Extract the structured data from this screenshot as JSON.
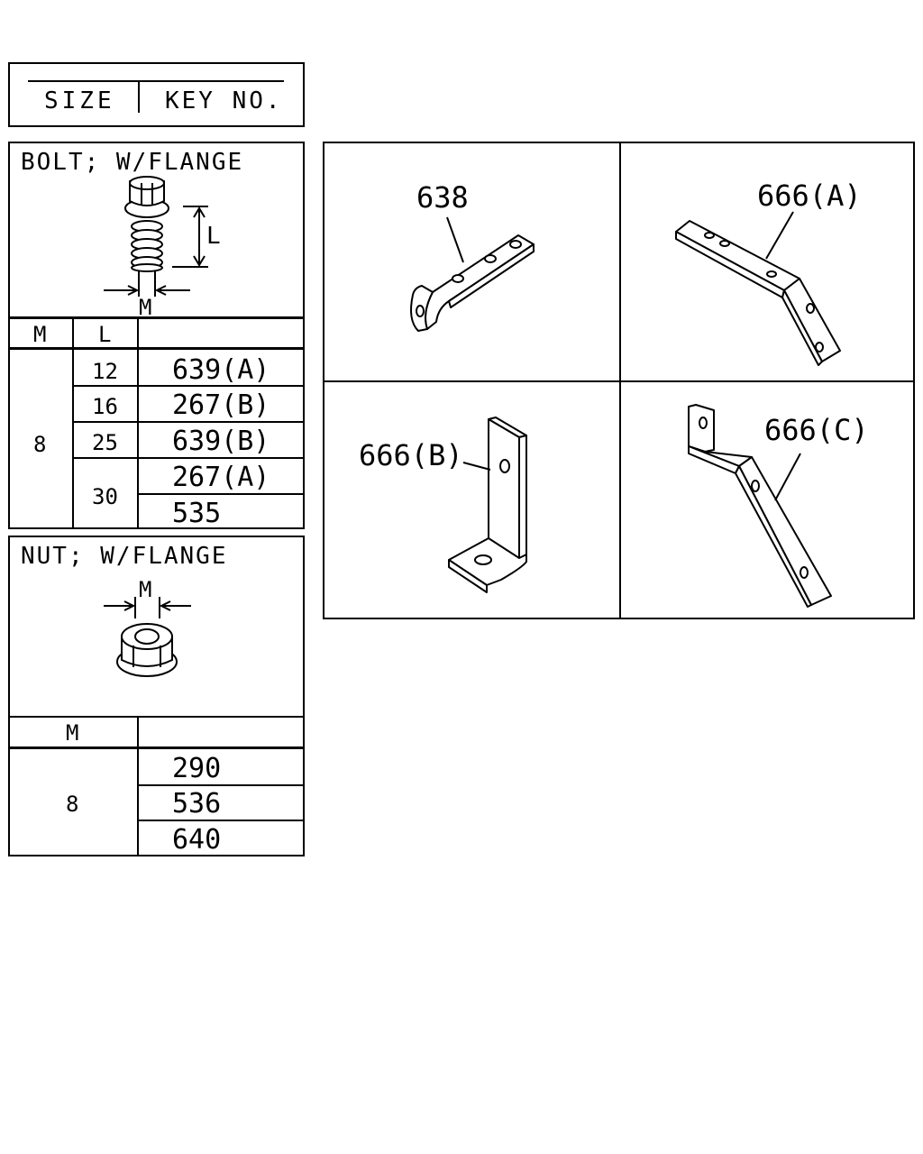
{
  "header": {
    "size_label": "SIZE",
    "key_label": "KEY NO."
  },
  "bolt": {
    "title": "BOLT; W/FLANGE",
    "dim_l": "L",
    "dim_m": "M",
    "col_m": "M",
    "col_l": "L",
    "m_value": "8",
    "rows": [
      {
        "l": "12",
        "keys": [
          "639(A)"
        ]
      },
      {
        "l": "16",
        "keys": [
          "267(B)"
        ]
      },
      {
        "l": "25",
        "keys": [
          "639(B)"
        ]
      },
      {
        "l": "30",
        "keys": [
          "267(A)",
          "535"
        ]
      }
    ]
  },
  "nut": {
    "title": "NUT; W/FLANGE",
    "dim_m": "M",
    "col_m": "M",
    "m_value": "8",
    "keys": [
      "290",
      "536",
      "640"
    ]
  },
  "parts": [
    {
      "label": "638"
    },
    {
      "label": "666(A)"
    },
    {
      "label": "666(B)"
    },
    {
      "label": "666(C)"
    }
  ]
}
